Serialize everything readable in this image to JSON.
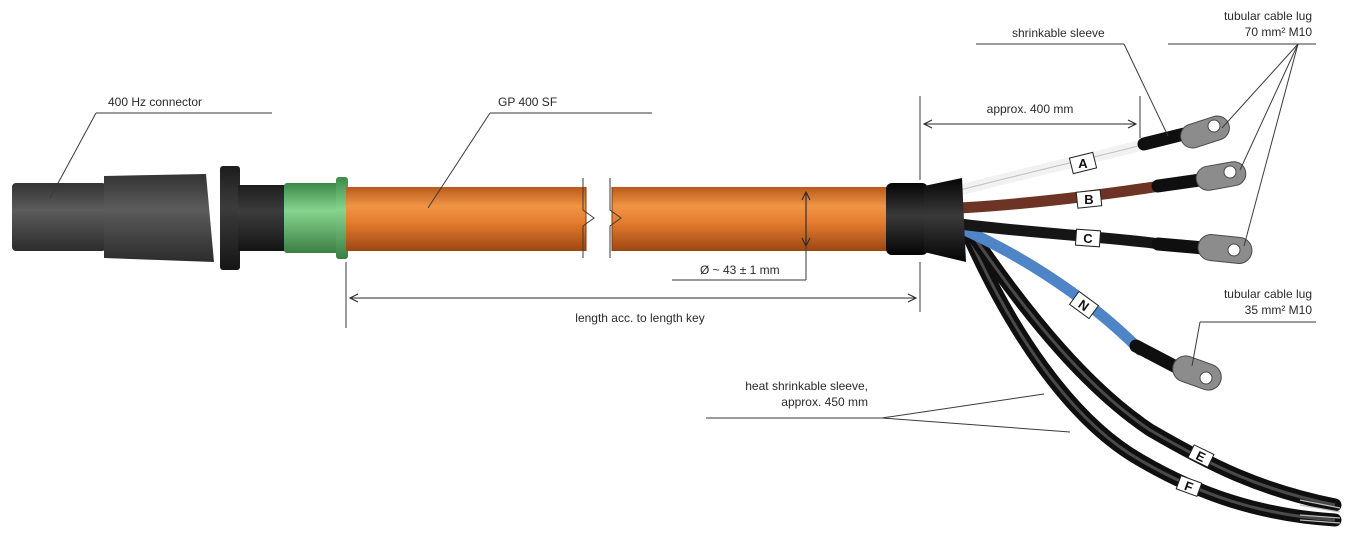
{
  "labels": {
    "connector": "400 Hz connector",
    "cable": "GP 400 SF",
    "diameter": "Ø ~ 43 ± 1 mm",
    "length": "length acc. to length key",
    "approx400": "approx. 400 mm",
    "shrinkable_sleeve": "shrinkable sleeve",
    "lug70_line1": "tubular cable lug",
    "lug70_line2": "70 mm² M10",
    "lug35_line1": "tubular cable lug",
    "lug35_line2": "35 mm² M10",
    "heat_sleeve_line1": "heat shrinkable sleeve,",
    "heat_sleeve_line2": "approx. 450 mm"
  },
  "wire_markers": {
    "a": "A",
    "b": "B",
    "c": "C",
    "n": "N",
    "e": "E",
    "f": "F"
  },
  "colors": {
    "cable_jacket": "#e07a2e",
    "connector": "#4a4a4a",
    "green_ring": "#6fc07a",
    "wire_a": "#f2f2f2",
    "wire_b": "#7a3a2a",
    "wire_c": "#1e1e1e",
    "wire_n": "#5b8fcf",
    "wire_ef": "#1a1a1a",
    "lug": "#8a8a8a"
  }
}
